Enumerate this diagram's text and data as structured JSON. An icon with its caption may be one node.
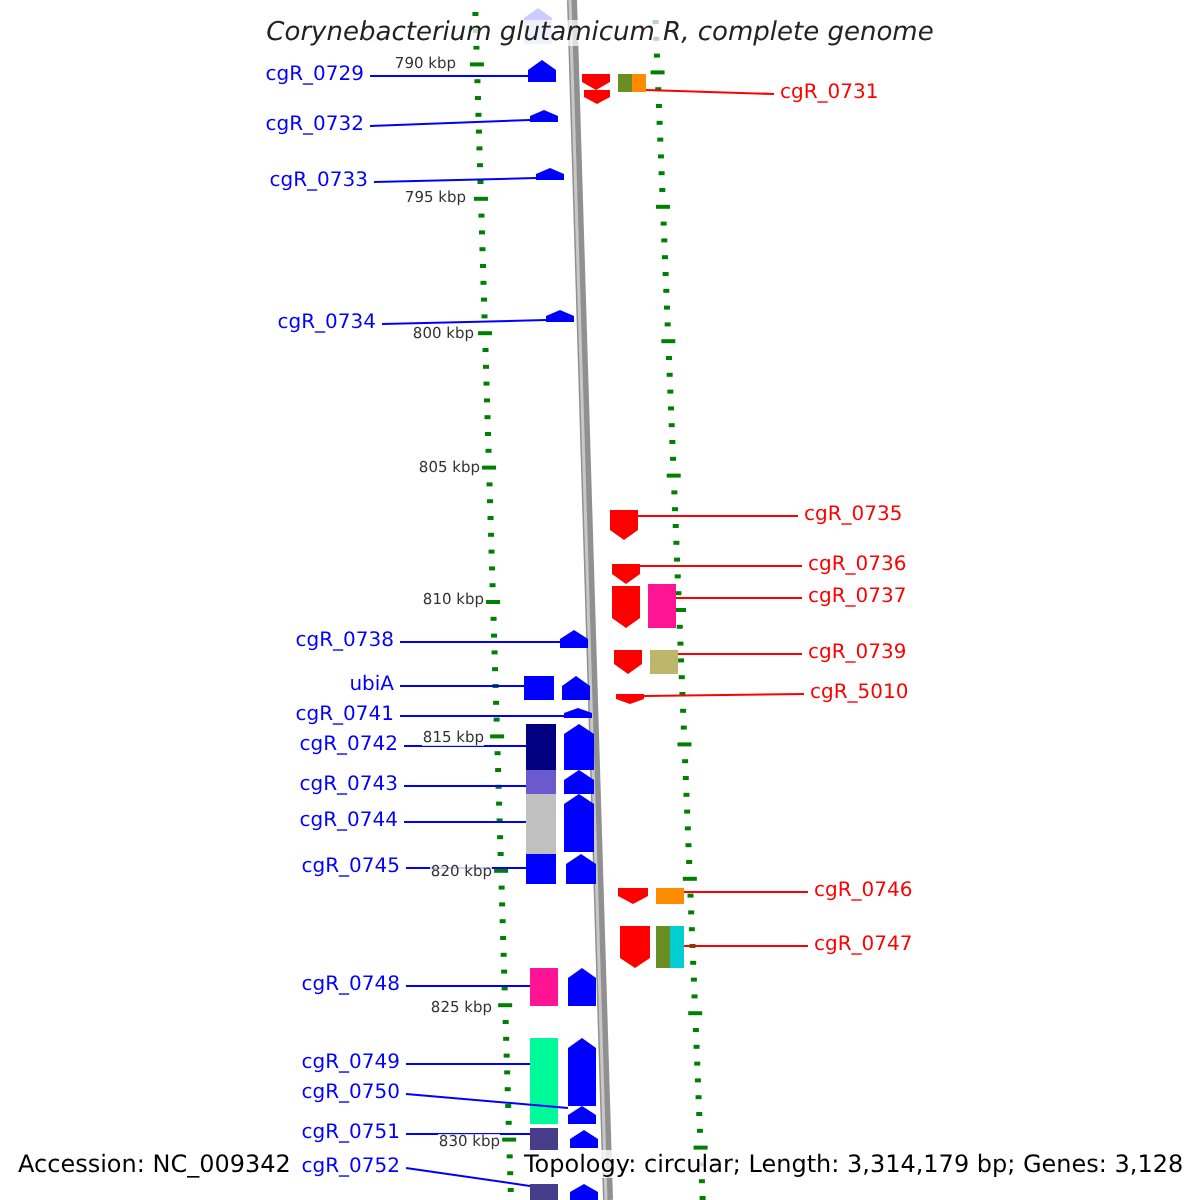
{
  "diagram": {
    "title": "Corynebacterium glutamicum R, complete genome",
    "nodes": [
      {
        "text": [
          "cgR_0729"
        ]
      },
      {
        "text": [
          "cgR_0732"
        ]
      },
      {
        "text": [
          "cgR_0733"
        ]
      },
      {
        "text": [
          "cgR_0734"
        ]
      },
      {
        "text": [
          "cgR_0738"
        ]
      },
      {
        "text": [
          "ubiA"
        ]
      },
      {
        "text": [
          "cgR_0741"
        ]
      },
      {
        "text": [
          "cgR_0742"
        ]
      },
      {
        "text": [
          "cgR_0743"
        ]
      },
      {
        "text": [
          "cgR_0744"
        ]
      },
      {
        "text": [
          "cgR_0745"
        ]
      },
      {
        "text": [
          "cgR_0748"
        ]
      },
      {
        "text": [
          "cgR_0749"
        ]
      },
      {
        "text": [
          "cgR_0750"
        ]
      },
      {
        "text": [
          "cgR_0751"
        ]
      },
      {
        "text": [
          "cgR_0752"
        ]
      },
      {
        "text": [
          "cgR_0731"
        ]
      },
      {
        "text": [
          "cgR_0735"
        ]
      },
      {
        "text": [
          "cgR_0736"
        ]
      },
      {
        "text": [
          "cgR_0737"
        ]
      },
      {
        "text": [
          "cgR_0739"
        ]
      },
      {
        "text": [
          "cgR_5010"
        ]
      },
      {
        "text": [
          "cgR_0746"
        ]
      },
      {
        "text": [
          "cgR_0747"
        ]
      },
      {
        "text": [],
        "shape": "pentagon"
      },
      {
        "text": [],
        "shape": "pentagon"
      },
      {
        "text": [],
        "shape": "pentagon"
      },
      {
        "text": [],
        "shape": "pentagon"
      },
      {
        "text": [],
        "shape": "pentagon"
      },
      {
        "text": [],
        "shape": "box"
      },
      {
        "text": [],
        "shape": "pentagon"
      },
      {
        "text": [],
        "shape": "box"
      },
      {
        "text": [],
        "shape": "box"
      },
      {
        "text": [],
        "shape": "box"
      },
      {
        "text": [],
        "shape": "box"
      },
      {
        "text": [],
        "shape": "box"
      },
      {
        "text": [],
        "shape": "box"
      },
      {
        "text": [],
        "shape": "pentagon"
      },
      {
        "text": [],
        "shape": "box"
      },
      {
        "text": [],
        "shape": "box"
      },
      {
        "text": [],
        "shape": "box"
      },
      {
        "text": [],
        "shape": "pentagon"
      },
      {
        "text": [],
        "shape": "pentagon"
      },
      {
        "text": [],
        "shape": "box"
      },
      {
        "text": [],
        "shape": "box"
      },
      {
        "text": [],
        "shape": "pentagon"
      },
      {
        "text": [],
        "shape": "box"
      },
      {
        "text": [],
        "shape": "box"
      },
      {
        "text": [],
        "shape": "pentagon"
      },
      {
        "text": [],
        "shape": "pentagon"
      },
      {
        "text": [],
        "shape": "pentagon"
      },
      {
        "text": [],
        "shape": "pentagon"
      },
      {
        "text": [],
        "shape": "pentagon"
      },
      {
        "text": [],
        "shape": "pentagon"
      },
      {
        "text": [],
        "shape": "pentagon"
      },
      {
        "text": [],
        "shape": "pentagon"
      },
      {
        "text": [],
        "shape": "pentagon"
      },
      {
        "text": [],
        "shape": "pentagon"
      },
      {
        "text": [],
        "shape": "pentagon"
      },
      {
        "text": [],
        "shape": "pentagon"
      },
      {
        "text": [],
        "shape": "box"
      },
      {
        "text": [],
        "shape": "pentagon"
      },
      {
        "text": [],
        "shape": "pentagon"
      },
      {
        "text": [],
        "shape": "pentagon"
      },
      {
        "text": [],
        "shape": "pentagon"
      },
      {
        "text": [],
        "shape": "box"
      }
    ],
    "edges": [
      {
        "from": 0,
        "to": 24,
        "arrow": "none"
      },
      {
        "from": 1,
        "to": 25,
        "arrow": "none"
      },
      {
        "from": 2,
        "to": 26,
        "arrow": "none"
      },
      {
        "from": 3,
        "to": 27,
        "arrow": "none"
      },
      {
        "from": 4,
        "to": 28,
        "arrow": "none"
      },
      {
        "from": 5,
        "to": 29,
        "arrow": "none"
      },
      {
        "from": 6,
        "to": 30,
        "arrow": "none"
      },
      {
        "from": 7,
        "to": 31,
        "arrow": "none"
      },
      {
        "from": 8,
        "to": 32,
        "arrow": "none"
      },
      {
        "from": 9,
        "to": 33,
        "arrow": "none"
      },
      {
        "from": 10,
        "to": 34,
        "arrow": "none"
      },
      {
        "from": 11,
        "to": 35,
        "arrow": "none"
      },
      {
        "from": 12,
        "to": 36,
        "arrow": "none"
      },
      {
        "from": 13,
        "to": 37,
        "arrow": "none"
      },
      {
        "from": 14,
        "to": 38,
        "arrow": "none"
      },
      {
        "from": 15,
        "to": 39,
        "arrow": "none"
      },
      {
        "from": 16,
        "to": 40,
        "arrow": "none",
        "color": "#ff0000"
      },
      {
        "from": 17,
        "to": 41,
        "arrow": "none",
        "color": "#ff0000"
      },
      {
        "from": 18,
        "to": 42,
        "arrow": "none",
        "color": "#ff0000"
      },
      {
        "from": 19,
        "to": 43,
        "arrow": "none",
        "color": "#ff0000"
      },
      {
        "from": 20,
        "to": 44,
        "arrow": "none",
        "color": "#ff0000"
      },
      {
        "from": 21,
        "to": 45,
        "arrow": "none",
        "color": "#ff0000"
      },
      {
        "from": 22,
        "to": 46,
        "arrow": "none",
        "color": "#ff0000"
      },
      {
        "from": 23,
        "to": 47,
        "arrow": "none",
        "color": "#ff0000"
      }
    ],
    "labels": [
      "790 kbp",
      "795 kbp",
      "800 kbp",
      "805 kbp",
      "810 kbp",
      "815 kbp",
      "820 kbp",
      "825 kbp",
      "830 kbp",
      "Accession: NC_009342",
      "Topology: circular; Length: 3,314,179 bp; Genes: 3,128"
    ]
  }
}
